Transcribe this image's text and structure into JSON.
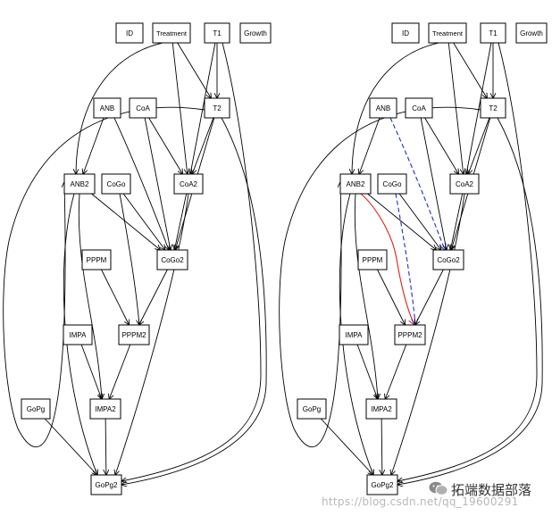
{
  "panels": [
    {
      "id": "left",
      "nodes": [
        {
          "id": "ID",
          "label": "ID"
        },
        {
          "id": "Treatment",
          "label": "Treatment"
        },
        {
          "id": "T1",
          "label": "T1"
        },
        {
          "id": "Growth",
          "label": "Growth"
        },
        {
          "id": "ANB",
          "label": "ANB"
        },
        {
          "id": "CoA",
          "label": "CoA"
        },
        {
          "id": "T2",
          "label": "T2"
        },
        {
          "id": "ANB2",
          "label": "ANB2"
        },
        {
          "id": "CoGo",
          "label": "CoGo"
        },
        {
          "id": "CoA2",
          "label": "CoA2"
        },
        {
          "id": "PPPM",
          "label": "PPPM"
        },
        {
          "id": "CoGo2",
          "label": "CoGo2"
        },
        {
          "id": "IMPA",
          "label": "IMPA"
        },
        {
          "id": "PPPM2",
          "label": "PPPM2"
        },
        {
          "id": "GoPg",
          "label": "GoPg"
        },
        {
          "id": "IMPA2",
          "label": "IMPA2"
        },
        {
          "id": "GoPg2",
          "label": "GoPg2"
        }
      ],
      "edges": [
        {
          "from": "Treatment",
          "to": "T2",
          "style": "solid",
          "color": "#000000"
        },
        {
          "from": "Treatment",
          "to": "CoA2",
          "style": "solid",
          "color": "#000000"
        },
        {
          "from": "Treatment",
          "to": "ANB2",
          "style": "solid",
          "color": "#000000"
        },
        {
          "from": "T1",
          "to": "T2",
          "style": "solid",
          "color": "#000000"
        },
        {
          "from": "T1",
          "to": "CoA2",
          "style": "solid",
          "color": "#000000"
        },
        {
          "from": "T1",
          "to": "GoPg2",
          "style": "solid",
          "color": "#000000"
        },
        {
          "from": "ANB",
          "to": "ANB2",
          "style": "solid",
          "color": "#000000"
        },
        {
          "from": "ANB",
          "to": "CoGo2",
          "style": "solid",
          "color": "#000000"
        },
        {
          "from": "CoA",
          "to": "CoA2",
          "style": "solid",
          "color": "#000000"
        },
        {
          "from": "CoA",
          "to": "CoGo2",
          "style": "solid",
          "color": "#000000"
        },
        {
          "from": "T2",
          "to": "CoA2",
          "style": "solid",
          "color": "#000000"
        },
        {
          "from": "T2",
          "to": "CoGo2",
          "style": "solid",
          "color": "#000000"
        },
        {
          "from": "T2",
          "to": "ANB2",
          "style": "solid",
          "color": "#000000"
        },
        {
          "from": "T2",
          "to": "GoPg2",
          "style": "solid",
          "color": "#000000"
        },
        {
          "from": "ANB2",
          "to": "CoGo2",
          "style": "solid",
          "color": "#000000"
        },
        {
          "from": "ANB2",
          "to": "IMPA2",
          "style": "solid",
          "color": "#000000"
        },
        {
          "from": "ANB2",
          "to": "GoPg2",
          "style": "solid",
          "color": "#000000"
        },
        {
          "from": "CoGo",
          "to": "CoGo2",
          "style": "solid",
          "color": "#000000"
        },
        {
          "from": "CoGo",
          "to": "PPPM2",
          "style": "solid",
          "color": "#000000"
        },
        {
          "from": "CoA2",
          "to": "CoGo2",
          "style": "solid",
          "color": "#000000"
        },
        {
          "from": "CoA2",
          "to": "GoPg2",
          "style": "solid",
          "color": "#000000"
        },
        {
          "from": "PPPM",
          "to": "PPPM2",
          "style": "solid",
          "color": "#000000"
        },
        {
          "from": "CoGo2",
          "to": "PPPM2",
          "style": "solid",
          "color": "#000000"
        },
        {
          "from": "IMPA",
          "to": "IMPA2",
          "style": "solid",
          "color": "#000000"
        },
        {
          "from": "PPPM2",
          "to": "IMPA2",
          "style": "solid",
          "color": "#000000"
        },
        {
          "from": "GoPg",
          "to": "GoPg2",
          "style": "solid",
          "color": "#000000"
        },
        {
          "from": "IMPA2",
          "to": "GoPg2",
          "style": "solid",
          "color": "#000000"
        }
      ]
    },
    {
      "id": "right",
      "nodes": [
        {
          "id": "ID",
          "label": "ID"
        },
        {
          "id": "Treatment",
          "label": "Treatment"
        },
        {
          "id": "T1",
          "label": "T1"
        },
        {
          "id": "Growth",
          "label": "Growth"
        },
        {
          "id": "ANB",
          "label": "ANB"
        },
        {
          "id": "CoA",
          "label": "CoA"
        },
        {
          "id": "T2",
          "label": "T2"
        },
        {
          "id": "ANB2",
          "label": "ANB2"
        },
        {
          "id": "CoGo",
          "label": "CoGo"
        },
        {
          "id": "CoA2",
          "label": "CoA2"
        },
        {
          "id": "PPPM",
          "label": "PPPM"
        },
        {
          "id": "CoGo2",
          "label": "CoGo2"
        },
        {
          "id": "IMPA",
          "label": "IMPA"
        },
        {
          "id": "PPPM2",
          "label": "PPPM2"
        },
        {
          "id": "GoPg",
          "label": "GoPg"
        },
        {
          "id": "IMPA2",
          "label": "IMPA2"
        },
        {
          "id": "GoPg2",
          "label": "GoPg2"
        }
      ],
      "edges": [
        {
          "from": "Treatment",
          "to": "T2",
          "style": "solid",
          "color": "#000000"
        },
        {
          "from": "Treatment",
          "to": "CoA2",
          "style": "solid",
          "color": "#000000"
        },
        {
          "from": "Treatment",
          "to": "ANB2",
          "style": "solid",
          "color": "#000000"
        },
        {
          "from": "T1",
          "to": "T2",
          "style": "solid",
          "color": "#000000"
        },
        {
          "from": "T1",
          "to": "CoA2",
          "style": "solid",
          "color": "#000000"
        },
        {
          "from": "T1",
          "to": "GoPg2",
          "style": "solid",
          "color": "#000000"
        },
        {
          "from": "ANB",
          "to": "ANB2",
          "style": "solid",
          "color": "#000000"
        },
        {
          "from": "ANB",
          "to": "CoGo2",
          "style": "dashed",
          "color": "#1f2bd6"
        },
        {
          "from": "CoA",
          "to": "CoA2",
          "style": "solid",
          "color": "#000000"
        },
        {
          "from": "CoA",
          "to": "CoGo2",
          "style": "solid",
          "color": "#000000"
        },
        {
          "from": "T2",
          "to": "CoA2",
          "style": "solid",
          "color": "#000000"
        },
        {
          "from": "T2",
          "to": "CoGo2",
          "style": "solid",
          "color": "#000000"
        },
        {
          "from": "T2",
          "to": "ANB2",
          "style": "solid",
          "color": "#000000"
        },
        {
          "from": "T2",
          "to": "GoPg2",
          "style": "solid",
          "color": "#000000"
        },
        {
          "from": "ANB2",
          "to": "CoGo2",
          "style": "solid",
          "color": "#000000"
        },
        {
          "from": "ANB2",
          "to": "PPPM2",
          "style": "solid",
          "color": "#e0201b"
        },
        {
          "from": "ANB2",
          "to": "IMPA2",
          "style": "solid",
          "color": "#000000"
        },
        {
          "from": "ANB2",
          "to": "GoPg2",
          "style": "solid",
          "color": "#000000"
        },
        {
          "from": "CoGo",
          "to": "CoGo2",
          "style": "solid",
          "color": "#000000"
        },
        {
          "from": "CoGo",
          "to": "PPPM2",
          "style": "dashed",
          "color": "#1f2bd6"
        },
        {
          "from": "CoA2",
          "to": "CoGo2",
          "style": "solid",
          "color": "#000000"
        },
        {
          "from": "CoA2",
          "to": "GoPg2",
          "style": "solid",
          "color": "#000000"
        },
        {
          "from": "PPPM",
          "to": "PPPM2",
          "style": "solid",
          "color": "#000000"
        },
        {
          "from": "CoGo2",
          "to": "PPPM2",
          "style": "solid",
          "color": "#000000"
        },
        {
          "from": "IMPA",
          "to": "IMPA2",
          "style": "solid",
          "color": "#000000"
        },
        {
          "from": "PPPM2",
          "to": "IMPA2",
          "style": "solid",
          "color": "#000000"
        },
        {
          "from": "GoPg",
          "to": "GoPg2",
          "style": "solid",
          "color": "#000000"
        },
        {
          "from": "IMPA2",
          "to": "GoPg2",
          "style": "solid",
          "color": "#000000"
        }
      ]
    }
  ],
  "watermark": {
    "text": "拓端数据部落",
    "url": "https://blog.csdn.net/qq_19600291",
    "icon": "wechat-icon"
  }
}
